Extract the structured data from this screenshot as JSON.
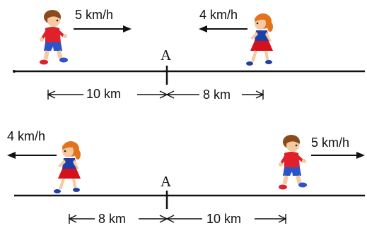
{
  "scenes": [
    {
      "point_label": "A",
      "boy": {
        "speed_label": "5 km/h",
        "direction": "right"
      },
      "girl": {
        "speed_label": "4 km/h",
        "direction": "left"
      },
      "distances": {
        "left": "10 km",
        "right": "8 km"
      }
    },
    {
      "point_label": "A",
      "girl": {
        "speed_label": "4 km/h",
        "direction": "left"
      },
      "boy": {
        "speed_label": "5 km/h",
        "direction": "right"
      },
      "distances": {
        "left": "8 km",
        "right": "10 km"
      }
    }
  ],
  "colors": {
    "line": "#111111",
    "boy_shirt": "#e0202a",
    "boy_pants": "#2b54c8",
    "boy_hair": "#8a4a1c",
    "girl_hair": "#e2731c",
    "girl_dress": "#d4101a",
    "girl_top": "#1f3fa8",
    "skin": "#f6c9a0"
  }
}
